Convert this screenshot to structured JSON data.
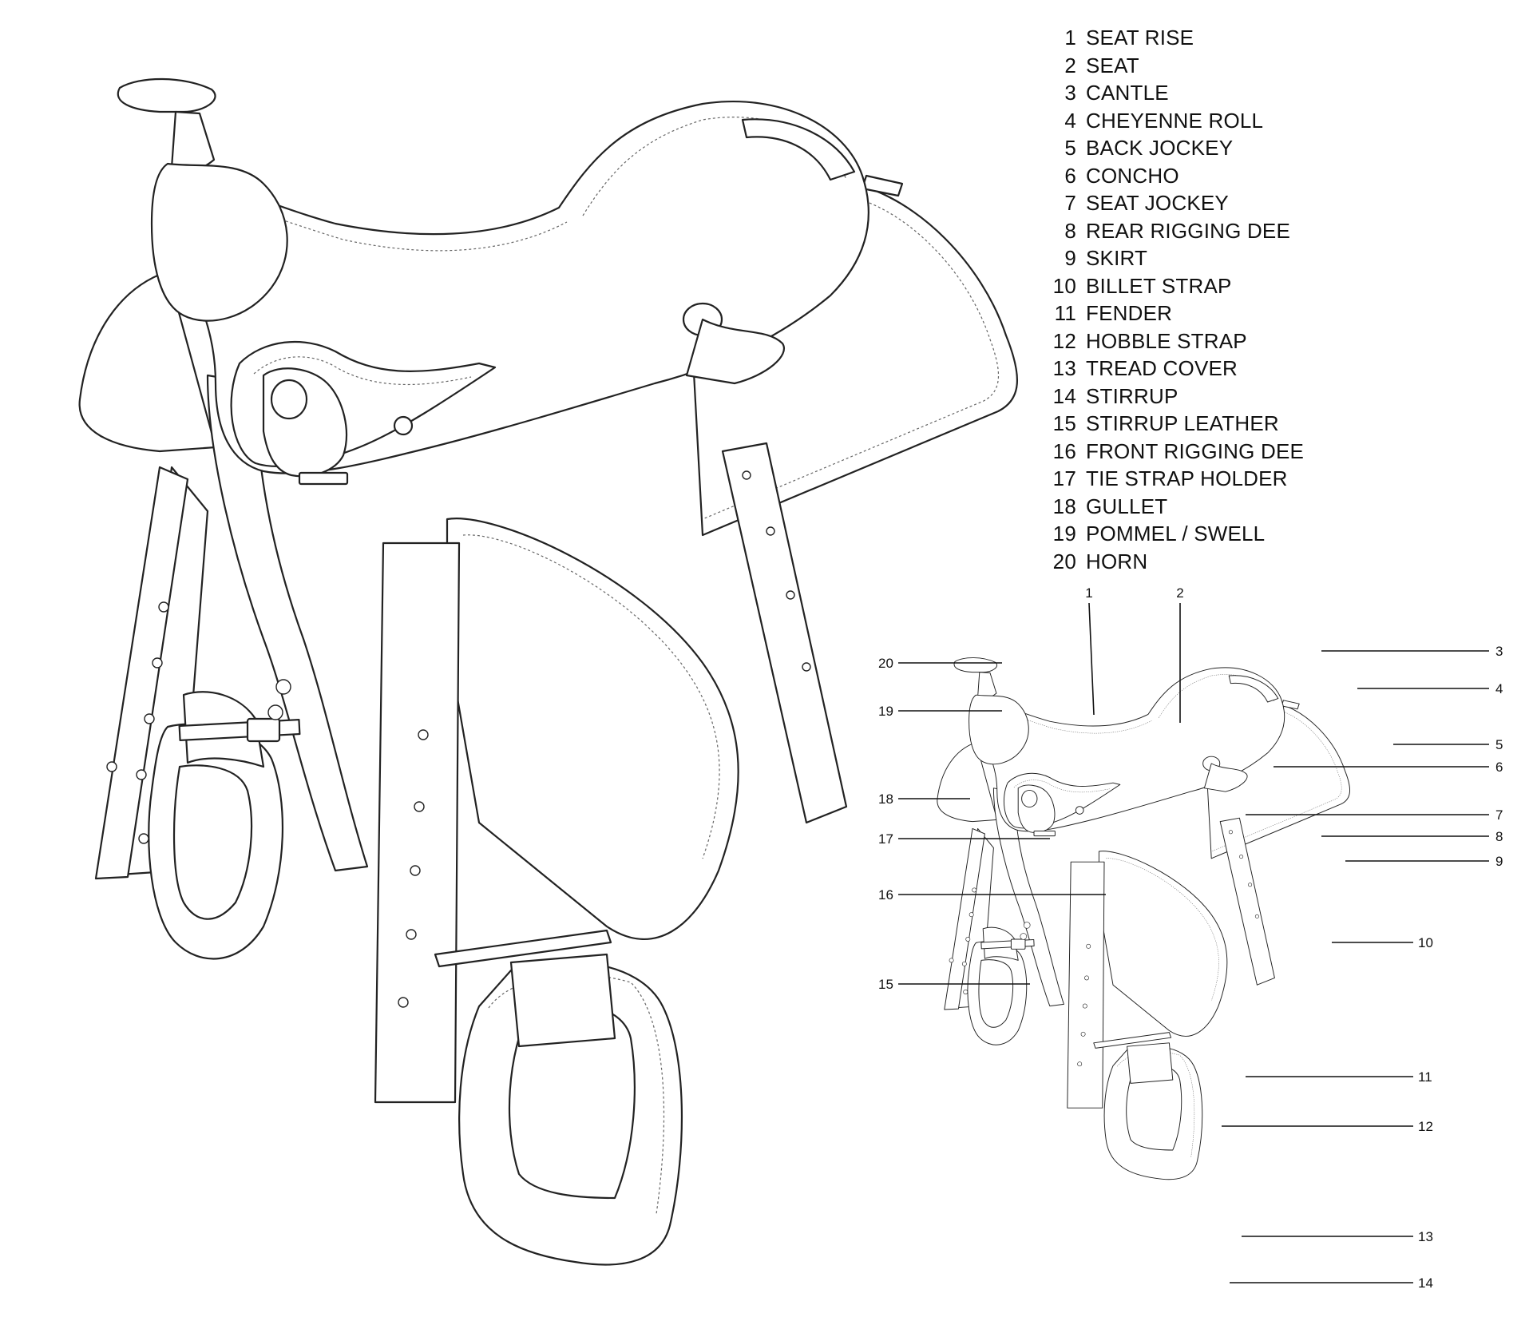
{
  "legend": [
    {
      "num": "1",
      "label": "SEAT RISE"
    },
    {
      "num": "2",
      "label": "SEAT"
    },
    {
      "num": "3",
      "label": "CANTLE"
    },
    {
      "num": "4",
      "label": "CHEYENNE ROLL"
    },
    {
      "num": "5",
      "label": "BACK JOCKEY"
    },
    {
      "num": "6",
      "label": "CONCHO"
    },
    {
      "num": "7",
      "label": "SEAT JOCKEY"
    },
    {
      "num": "8",
      "label": "REAR RIGGING DEE"
    },
    {
      "num": "9",
      "label": "SKIRT"
    },
    {
      "num": "10",
      "label": "BILLET STRAP"
    },
    {
      "num": "11",
      "label": "FENDER"
    },
    {
      "num": "12",
      "label": "HOBBLE STRAP"
    },
    {
      "num": "13",
      "label": "TREAD COVER"
    },
    {
      "num": "14",
      "label": "STIRRUP"
    },
    {
      "num": "15",
      "label": "STIRRUP LEATHER"
    },
    {
      "num": "16",
      "label": "FRONT RIGGING DEE"
    },
    {
      "num": "17",
      "label": "TIE STRAP HOLDER"
    },
    {
      "num": "18",
      "label": "GULLET"
    },
    {
      "num": "19",
      "label": "POMMEL / SWELL"
    },
    {
      "num": "20",
      "label": "HORN"
    }
  ],
  "callouts": {
    "c1": "1",
    "c2": "2",
    "c3": "3",
    "c4": "4",
    "c5": "5",
    "c6": "6",
    "c7": "7",
    "c8": "8",
    "c9": "9",
    "c10": "10",
    "c11": "11",
    "c12": "12",
    "c13": "13",
    "c14": "14",
    "c15": "15",
    "c16": "16",
    "c17": "17",
    "c18": "18",
    "c19": "19",
    "c20": "20"
  }
}
